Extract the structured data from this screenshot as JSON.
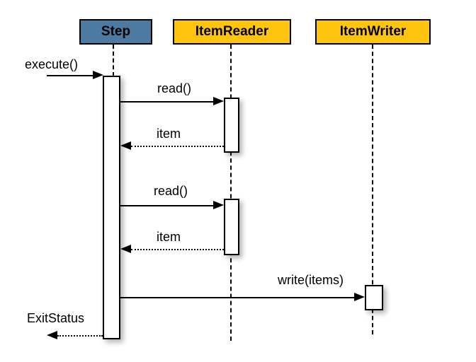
{
  "diagram": {
    "type": "uml-sequence-diagram",
    "colors": {
      "step_header": "#4D7AA0",
      "io_header": "#FFC40D",
      "border": "#000000",
      "background": "#FFFFFF",
      "activation_fill": "#FFFFFF"
    },
    "actors": [
      {
        "id": "step",
        "name": "Step"
      },
      {
        "id": "item-reader",
        "name": "ItemReader"
      },
      {
        "id": "item-writer",
        "name": "ItemWriter"
      }
    ],
    "messages": [
      {
        "label": "execute()",
        "from": "caller",
        "to": "step",
        "style": "solid",
        "direction": "right"
      },
      {
        "label": "read()",
        "from": "step",
        "to": "item-reader",
        "style": "solid",
        "direction": "right"
      },
      {
        "label": "item",
        "from": "item-reader",
        "to": "step",
        "style": "dotted",
        "direction": "left"
      },
      {
        "label": "read()",
        "from": "step",
        "to": "item-reader",
        "style": "solid",
        "direction": "right"
      },
      {
        "label": "item",
        "from": "item-reader",
        "to": "step",
        "style": "dotted",
        "direction": "left"
      },
      {
        "label": "write(items)",
        "from": "step",
        "to": "item-writer",
        "style": "solid",
        "direction": "right"
      },
      {
        "label": "ExitStatus",
        "from": "step",
        "to": "caller",
        "style": "dotted",
        "direction": "left"
      }
    ],
    "activations": [
      {
        "actor": "step",
        "count": 1
      },
      {
        "actor": "item-reader",
        "count": 2
      },
      {
        "actor": "item-writer",
        "count": 1
      }
    ]
  }
}
